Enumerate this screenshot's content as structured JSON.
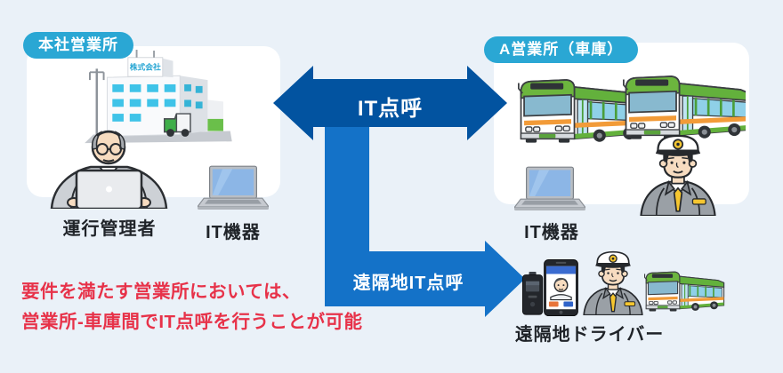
{
  "colors": {
    "background": "#eaf1f8",
    "panel": "#ffffff",
    "badge": "#2aa7d4",
    "arrow_dark": "#0253a0",
    "arrow_light": "#1472c8",
    "note_red": "#e73249"
  },
  "head_office": {
    "badge": "本社営業所",
    "building_sign": "株式会社",
    "manager_label": "運行管理者",
    "it_label": "IT機器"
  },
  "branch_office": {
    "badge": "A営業所（車庫）",
    "it_label": "IT機器"
  },
  "arrows": {
    "it_roll_call": "IT点呼",
    "remote_it_roll_call": "遠隔地IT点呼"
  },
  "remote": {
    "label": "遠隔地ドライバー"
  },
  "note": {
    "line1": "要件を満たす営業所においては、",
    "line2": "営業所-車庫間でIT点呼を行うことが可能"
  }
}
